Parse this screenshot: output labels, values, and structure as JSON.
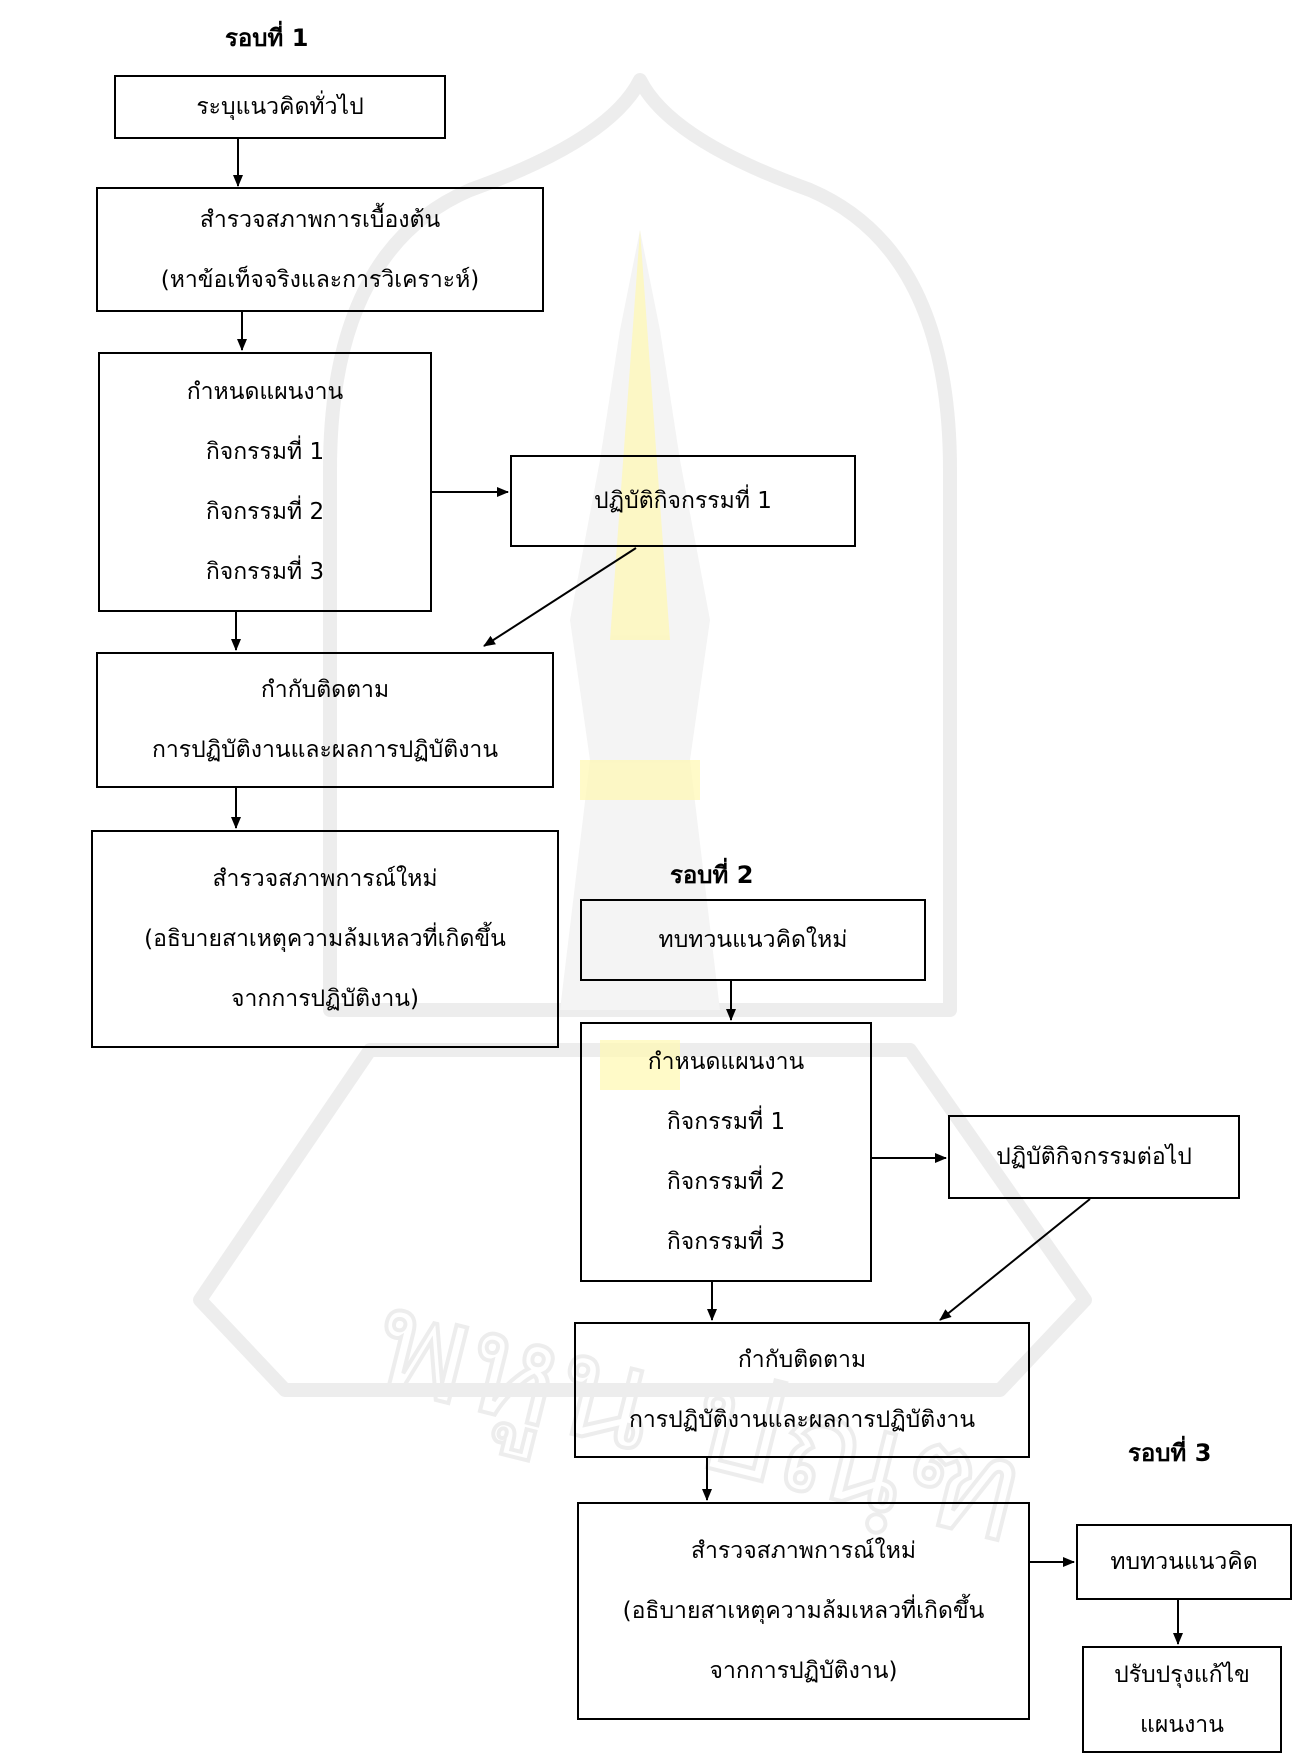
{
  "watermark": {
    "text": "พหูน ปณฺฑ",
    "colors": {
      "outline": "#ededed",
      "accent": "#fff8b0",
      "fill": "#f4f4f4"
    }
  },
  "round_labels": [
    "รอบที่ 1",
    "รอบที่ 2",
    "รอบที่ 3"
  ],
  "round1": {
    "identify": [
      "ระบุแนวคิดทั่วไป"
    ],
    "survey": [
      "สำรวจสภาพการเบื้องต้น",
      "(หาข้อเท็จจริงและการวิเคราะห์)"
    ],
    "plan": [
      "กำหนดแผนงาน",
      "กิจกรรมที่ 1",
      "กิจกรรมที่ 2",
      "กิจกรรมที่ 3"
    ],
    "act": [
      "ปฏิบัติกิจกรรมที่ 1"
    ],
    "monitor": [
      "กำกับติดตาม",
      "การปฏิบัติงานและผลการปฏิบัติงาน"
    ],
    "resurvey": [
      "สำรวจสภาพการณ์ใหม่",
      "(อธิบายสาเหตุความล้มเหลวที่เกิดขึ้น",
      "จากการปฏิบัติงาน)"
    ]
  },
  "round2": {
    "review": [
      "ทบทวนแนวคิดใหม่"
    ],
    "plan": [
      "กำหนดแผนงาน",
      "กิจกรรมที่ 1",
      "กิจกรรมที่ 2",
      "กิจกรรมที่ 3"
    ],
    "act": [
      "ปฏิบัติกิจกรรมต่อไป"
    ],
    "monitor": [
      "กำกับติดตาม",
      "การปฏิบัติงานและผลการปฏิบัติงาน"
    ],
    "resurvey": [
      "สำรวจสภาพการณ์ใหม่",
      "(อธิบายสาเหตุความล้มเหลวที่เกิดขึ้น",
      "จากการปฏิบัติงาน)"
    ]
  },
  "round3": {
    "review": [
      "ทบทวนแนวคิด"
    ],
    "improve": [
      "ปรับปรุงแก้ไข",
      "แผนงาน"
    ]
  }
}
